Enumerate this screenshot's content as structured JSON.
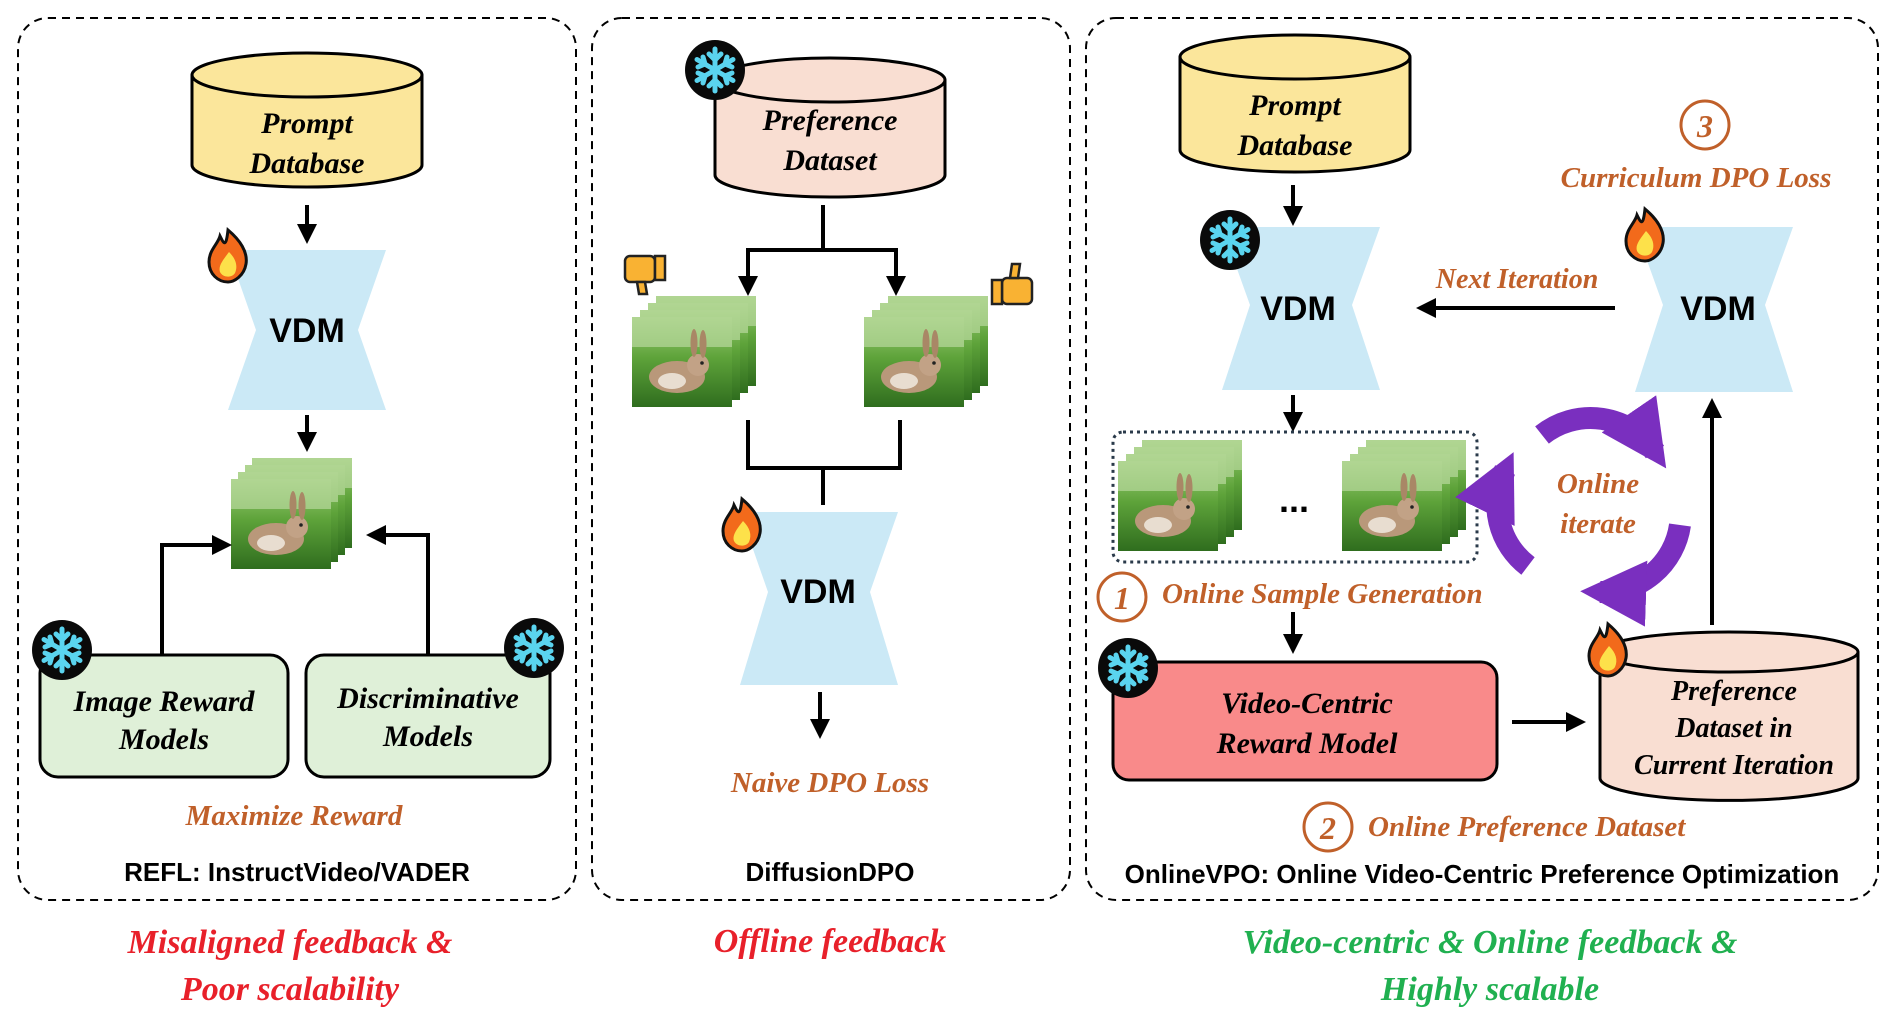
{
  "panels": {
    "refl": {
      "prompt_db": [
        "Prompt",
        "Database"
      ],
      "vdm": "VDM",
      "image_reward": [
        "Image Reward",
        "Models"
      ],
      "discriminative": [
        "Discriminative",
        "Models"
      ],
      "objective": "Maximize Reward",
      "footer": "REFL: InstructVideo/VADER",
      "caption": [
        "Misaligned feedback &",
        "Poor scalability"
      ]
    },
    "dpo": {
      "pref_dataset": [
        "Preference",
        "Dataset"
      ],
      "vdm": "VDM",
      "loss": "Naive DPO Loss",
      "footer": "DiffusionDPO",
      "caption": "Offline feedback"
    },
    "onlinevpo": {
      "prompt_db": [
        "Prompt",
        "Database"
      ],
      "vdm_left": "VDM",
      "vdm_right": "VDM",
      "next_iteration": "Next Iteration",
      "step3_number": "3",
      "step3_label": "Curriculum DPO Loss",
      "ellipsis": "...",
      "online_iterate": [
        "Online",
        "iterate"
      ],
      "step1_number": "1",
      "step1_label": "Online Sample Generation",
      "reward_model": [
        "Video-Centric",
        "Reward Model"
      ],
      "current_dataset": [
        "Preference",
        "Dataset in",
        "Current Iteration"
      ],
      "step2_number": "2",
      "step2_label": "Online Preference Dataset",
      "footer": "OnlineVPO: Online Video-Centric Preference Optimization",
      "caption": [
        "Video-centric & Online feedback &",
        "Highly scalable"
      ]
    }
  },
  "colors": {
    "db_yellow": "#fbe69b",
    "db_pink": "#f9ded2",
    "vdm_blue": "#cbe9f6",
    "reward_green": "#dff0d8",
    "reward_red": "#f98a8a",
    "accent_orange": "#c0602a",
    "caption_red": "#e8202a",
    "caption_green": "#20b050",
    "cycle_purple": "#7a2fbf",
    "snow": "#5ad4ef",
    "fire": "#f26a1b"
  },
  "icons": [
    "snowflake-icon",
    "fire-icon",
    "thumbs-down-icon",
    "thumbs-up-icon",
    "bunny-video-frames"
  ]
}
